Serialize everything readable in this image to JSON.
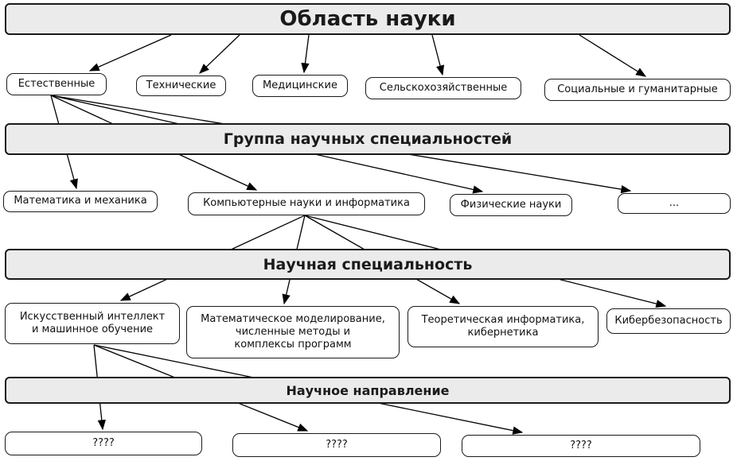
{
  "diagram": {
    "headers": {
      "science_area": "Область науки",
      "specialty_group": "Группа научных специальностей",
      "scientific_specialty": "Научная специальность",
      "research_direction": "Научное направление"
    },
    "areas": [
      "Естественные",
      "Технические",
      "Медицинские",
      "Сельскохозяйственные",
      "Социальные и гуманитарные"
    ],
    "groups": [
      "Математика и механика",
      "Компьютерные науки и информатика",
      "Физические науки",
      "..."
    ],
    "specialties": [
      "Искусственный интеллект\nи машинное обучение",
      "Математическое моделирование,\nчисленные методы и\nкомплексы программ",
      "Теоретическая информатика,\nкибернетика",
      "Кибербезопасность"
    ],
    "directions": [
      "????",
      "????",
      "????"
    ],
    "colors": {
      "bar_fill": "#ebebeb",
      "node_fill": "#ffffff",
      "border": "#000000",
      "arrow": "#000000"
    }
  }
}
